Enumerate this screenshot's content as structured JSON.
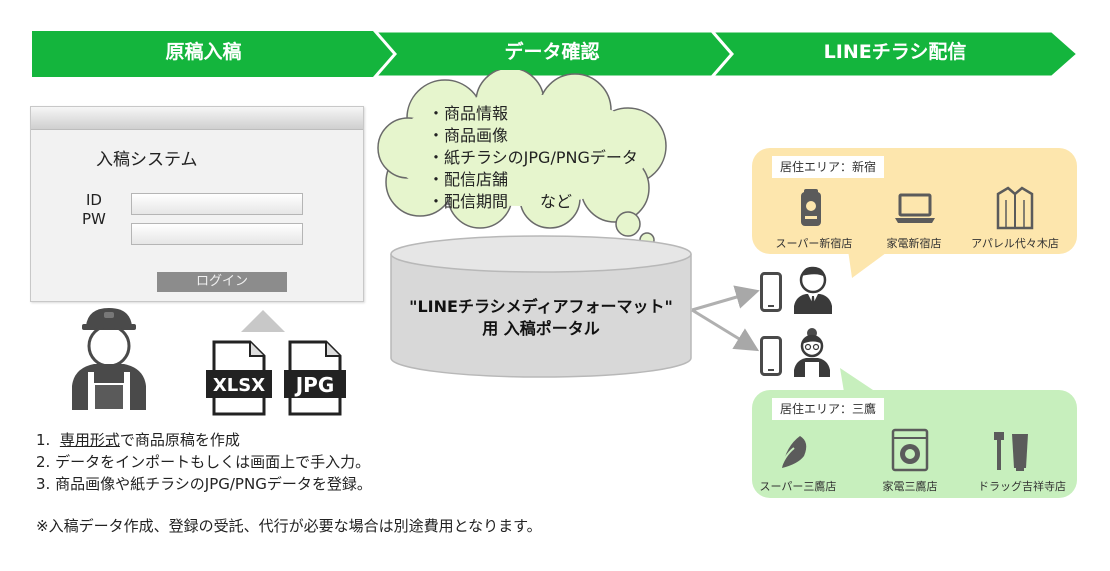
{
  "steps": [
    "原稿入稿",
    "データ確認",
    "LINEチラシ配信"
  ],
  "colors": {
    "step_green": "#14b53d",
    "area_yellow": "#fde6ad",
    "area_green": "#c7efbd",
    "portal_gray": "#d8d8d8",
    "cloud_green": "#e6f5cd"
  },
  "login_window": {
    "title": "入稿システム",
    "id_label": "ID",
    "pw_label": "PW",
    "login_button": "ログイン"
  },
  "file_icons": [
    "XLSX",
    "JPG"
  ],
  "cloud_items": [
    "・商品情報",
    "・商品画像",
    "・紙チラシのJPG/PNGデータ",
    "・配信店舗",
    "・配信期間　　など"
  ],
  "portal": {
    "line1": "\"LINEチラシメディアフォーマット\"",
    "line2": "用 入稿ポータル"
  },
  "areas": [
    {
      "tag": "居住エリア：新宿",
      "shops": [
        "スーパー新宿店",
        "家電新宿店",
        "アパレル代々木店"
      ]
    },
    {
      "tag": "居住エリア：三鷹",
      "shops": [
        "スーパー三鷹店",
        "家電三鷹店",
        "ドラッグ吉祥寺店"
      ]
    }
  ],
  "instructions": {
    "item1_prefix": "1.",
    "item1_link": "専用形式",
    "item1_rest": "で商品原稿を作成",
    "item2": "2.  データをインポートもしくは画面上で手入力。",
    "item3": "3.  商品画像や紙チラシのJPG/PNGデータを登録。"
  },
  "note": "※入稿データ作成、登録の受託、代行が必要な場合は別途費用となります。",
  "icons": [
    "person-cap-icon",
    "xlsx-file-icon",
    "jpg-file-icon",
    "smartphone-icon",
    "businessman-icon",
    "woman-icon",
    "beer-can-icon",
    "laptop-icon",
    "shirt-icon",
    "vegetable-icon",
    "washing-machine-icon",
    "toothbrush-icon"
  ]
}
